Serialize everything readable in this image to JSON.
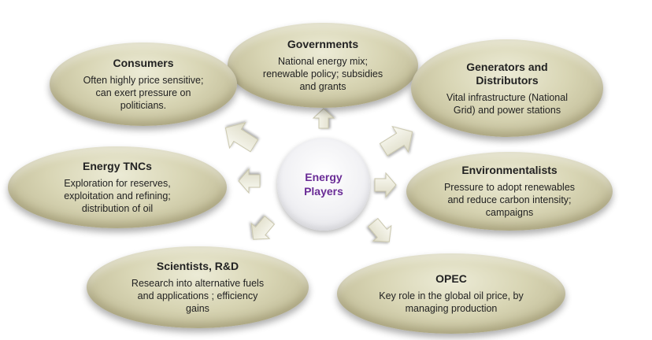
{
  "center": {
    "label_line1": "Energy",
    "label_line2": "Players"
  },
  "players": [
    {
      "id": "governments",
      "title": "Governments",
      "desc_lines": [
        "National  energy mix;",
        "renewable policy; subsidies",
        "and grants"
      ]
    },
    {
      "id": "consumers",
      "title": "Consumers",
      "desc_lines": [
        "Often highly price sensitive;",
        "can exert pressure on",
        "politicians."
      ]
    },
    {
      "id": "generators",
      "title_lines": [
        "Generators and",
        "Distributors"
      ],
      "desc_lines": [
        "Vital infrastructure (National",
        "Grid) and power stations"
      ]
    },
    {
      "id": "energy-tncs",
      "title": "Energy TNCs",
      "desc_lines": [
        "Exploration for reserves,",
        "exploitation and refining;",
        "distribution of oil"
      ]
    },
    {
      "id": "environmentalists",
      "title": "Environmentalists",
      "desc_lines": [
        "Pressure to adopt renewables",
        "and reduce carbon intensity;",
        "campaigns"
      ]
    },
    {
      "id": "scientists",
      "title": "Scientists, R&D",
      "desc_lines": [
        "Research into alternative fuels",
        "and applications ; efficiency",
        "gains"
      ]
    },
    {
      "id": "opec",
      "title": "OPEC",
      "desc_lines": [
        "Key role in the global oil price, by",
        "managing production"
      ]
    }
  ],
  "colors": {
    "ellipse_fill": "#d8d5b4",
    "center_text": "#6a2c96",
    "arrow_fill": "#f1f0e2"
  }
}
